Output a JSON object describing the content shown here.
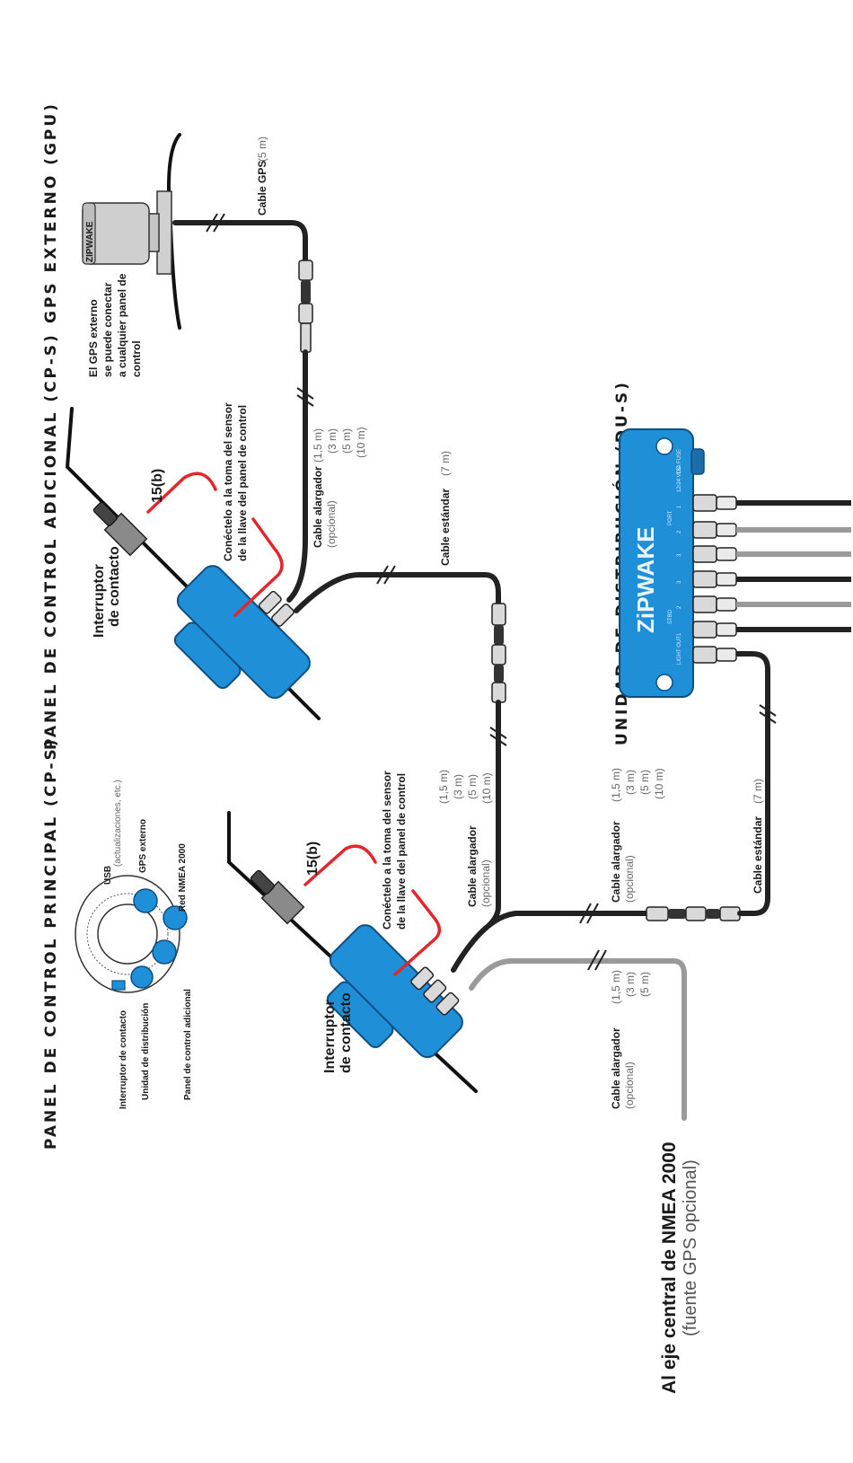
{
  "titles": {
    "gps": "GPS EXTERNO (GPU)",
    "cp_additional": "PANEL DE CONTROL ADICIONAL (CP-S)",
    "cp_main": "PANEL DE CONTROL PRINCIPAL (CP-S)",
    "du": "UNIDAD DE DISTRIBUCIÓN (DU-S)"
  },
  "gps_note": [
    "El GPS externo",
    "se puede conectar",
    "a cualquier panel de",
    "control"
  ],
  "gps_brand": "ZIPWAKE",
  "du_brand": "ZiPWAKE",
  "cables": {
    "gps_cable": "Cable GPS",
    "gps_len": "(5 m)",
    "std_cable": "Cable estándar",
    "std_len": "(7 m)",
    "ext_cable": "Cable alargador",
    "optional": "(opcional)",
    "len_a": "(1,5 m)",
    "len_b": "(3 m)",
    "len_c": "(5 m)",
    "len_d": "(10 m)"
  },
  "switch": {
    "part": "15(b)",
    "label1": "Interruptor",
    "label2": "de contacto",
    "label2_top": "de contacto",
    "connect1": "Conéctelo a la toma del sensor",
    "connect2": "de la llave del panel de control"
  },
  "panel_rear": {
    "usb": "USB",
    "usb_note": "(actualizaciones, etc.)",
    "gps_ext": "GPS externo",
    "nmea": "Red NMEA 2000",
    "ign": "Interruptor de contacto",
    "du": "Unidad de distribución",
    "cp_add": "Panel de control adicional"
  },
  "du_ports": [
    "LIGHT OUT",
    "1",
    "STBD",
    "2",
    "3",
    "3",
    "2",
    "PORT",
    "1",
    "12/24 VDC",
    "15A FUSE"
  ],
  "nmea": {
    "line1": "Al eje central de NMEA 2000",
    "line2": "(fuente GPS opcional)"
  }
}
